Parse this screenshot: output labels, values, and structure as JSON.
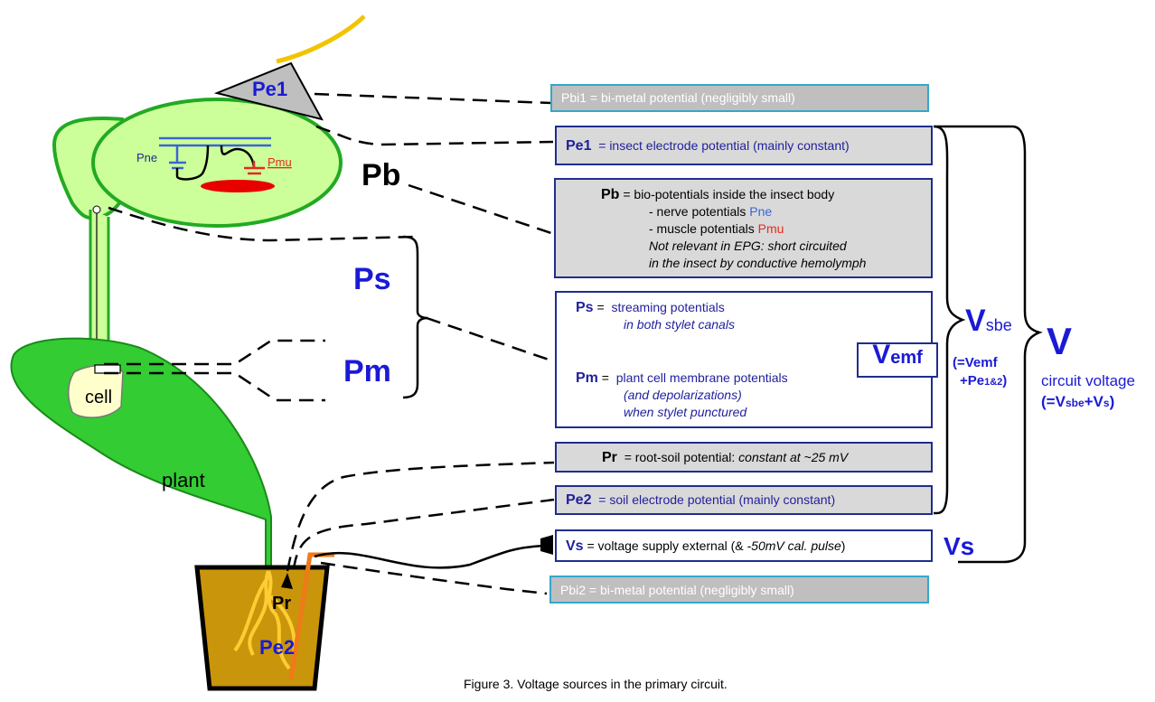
{
  "figure": {
    "caption": "Figure 3. Voltage sources in the primary circuit."
  },
  "diagram_labels": {
    "pe1": "Pe1",
    "pne": "Pne",
    "pmu": "Pmu",
    "pb": "Pb",
    "ps": "Ps",
    "pm": "Pm",
    "cell": "cell",
    "plant": "plant",
    "pr": "Pr",
    "pe2": "Pe2"
  },
  "boxes": {
    "pbi1": {
      "text": "Pbi1 = bi-metal potential (negligibly small)"
    },
    "pe1": {
      "sym": "Pe1",
      "text": "= insect electrode potential (mainly constant)"
    },
    "pb": {
      "sym": "Pb",
      "text": "= bio-potentials inside the insect body",
      "nerve_prefix": "- nerve potentials ",
      "nerve_sym": "Pne",
      "muscle_prefix": "- muscle potentials ",
      "muscle_sym": "Pmu",
      "note1": "Not relevant in EPG: short circuited",
      "note2": "in the insect by conductive hemolymph"
    },
    "ps_pm": {
      "ps_sym": "Ps",
      "ps_eq": "=",
      "ps_text": "streaming potentials",
      "ps_sub": "in both stylet canals",
      "pm_sym": "Pm",
      "pm_eq": "=",
      "pm_text": "plant cell membrane potentials",
      "pm_sub1": "(and depolarizations)",
      "pm_sub2": "when stylet punctured"
    },
    "pr": {
      "sym": "Pr",
      "text": "= root-soil potential: ",
      "text_italic": "constant at ~25 mV"
    },
    "pe2": {
      "sym": "Pe2",
      "text": "= soil electrode potential (mainly constant)"
    },
    "vs": {
      "sym": "Vs",
      "text": "= voltage supply external (& ",
      "text_italic": "-50mV cal. pulse",
      "text_end": ")"
    },
    "pbi2": {
      "text": "Pbi2  = bi-metal potential (negligibly small)"
    }
  },
  "right_labels": {
    "vemf_main": "V",
    "vemf_sub": "emf",
    "vsbe_main": "V",
    "vsbe_sub": "sbe",
    "vsbe_eq1": "(=Vemf",
    "vsbe_eq2_main": "+Pe",
    "vsbe_eq2_sub": "1&2",
    "vsbe_eq2_end": ")",
    "v_main": "V",
    "circuit_voltage": "circuit voltage",
    "cv_eq_pre": "(=V",
    "cv_eq_sub1": "sbe",
    "cv_eq_mid": "+V",
    "cv_eq_sub2": "s",
    "cv_eq_end": ")",
    "vs_label": "Vs"
  },
  "colors": {
    "gray_box": "#d9d9d9",
    "navy": "#1f2d8c",
    "label_blue": "#1a1ad6",
    "insect_fill": "#ccff99",
    "insect_stroke": "#22aa22",
    "leaf_fill": "#33cc33",
    "pot_fill": "#c9950a",
    "nerve_blue": "#3a64d6",
    "muscle_red": "#e52a1e",
    "root_yellow": "#ffcc33",
    "electrode_orange": "#ee7a1a"
  }
}
